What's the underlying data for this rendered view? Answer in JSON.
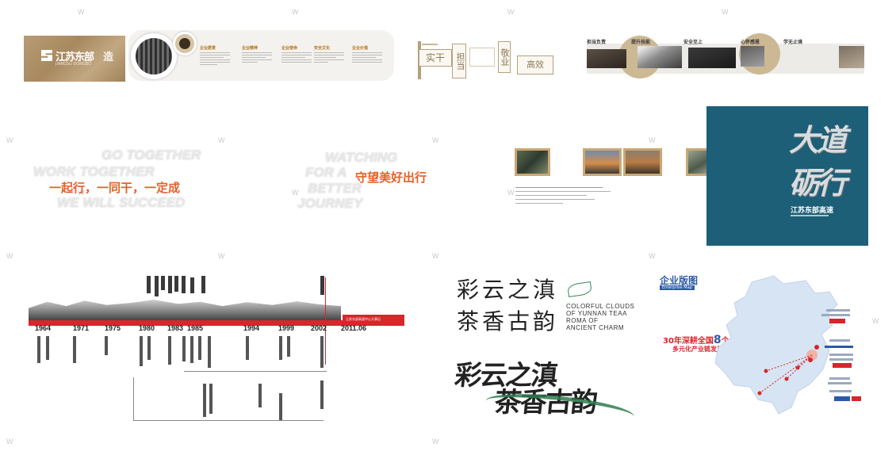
{
  "watermark": {
    "letter": "W"
  },
  "panel1": {
    "brand_name": "江苏东部",
    "brand_suffix": "造",
    "brand_sub": "JIANGSU DONGBU",
    "columns": [
      {
        "title": "企业愿景"
      },
      {
        "title": "企业精神"
      },
      {
        "title": "企业使命"
      },
      {
        "title": "安全文化"
      },
      {
        "title": "企业价值"
      }
    ]
  },
  "panel2": {
    "chars": [
      "实干",
      "担当",
      "敬业",
      "高效"
    ]
  },
  "panel3": {
    "labels": [
      "担当负责",
      "提升技能",
      "安全至上",
      "心怀感恩",
      "学无止境"
    ]
  },
  "slogan1": {
    "en1": "GO TOGETHER",
    "en2": "WORK TOGETHER",
    "cn": "一起行，一同干，一定成",
    "en3": "WE WILL SUCCEED"
  },
  "slogan2": {
    "en1": "WATCHING",
    "en2": "FOR A",
    "cn": "守望美好出行",
    "en3": "BETTER",
    "en4": "JOURNEY"
  },
  "poster": {
    "title_line1": "大道",
    "title_line2": "砺行",
    "brand": "江苏东部高速"
  },
  "timeline": {
    "years": [
      "1964",
      "1971",
      "1975",
      "1980",
      "1983",
      "1985",
      "1994",
      "1999",
      "2002",
      "2011.06"
    ],
    "highlight": "江苏东部高速中心大事记",
    "accent": "#d8262b"
  },
  "yunnan": {
    "line1": "彩云之滇",
    "line2": "茶香古韵",
    "en": [
      "COLORFUL CLOUDS",
      "OF YUNNAN TEAA",
      "ROMA OF",
      "ANCIENT CHARM"
    ],
    "brush1": "彩云之滇",
    "brush2": "茶香古韵"
  },
  "map": {
    "title": "企业版图",
    "subtitle": "Enterprise Map",
    "headline_pre": "30年深耕全国",
    "headline_num": "8",
    "headline_post": "个省",
    "headline2": "多元化产业链发展",
    "accent": "#d8262b",
    "blue": "#2c5aa8"
  }
}
